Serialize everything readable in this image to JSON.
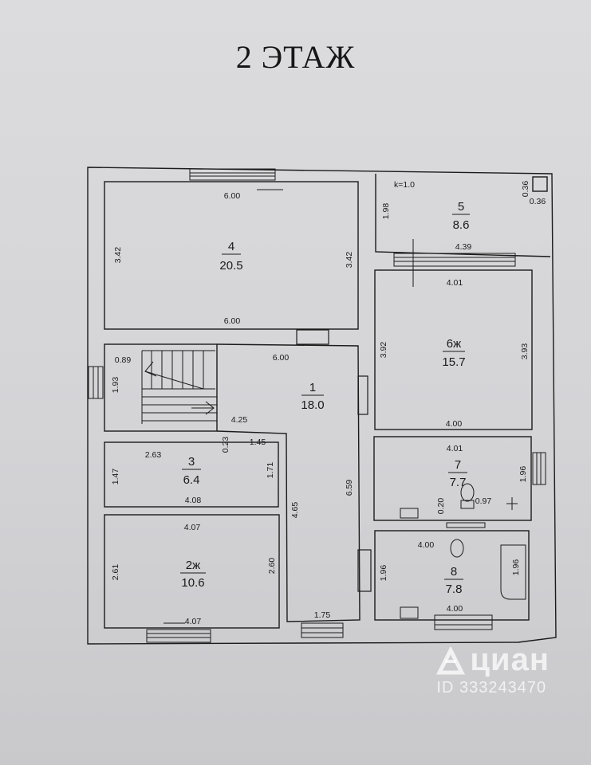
{
  "title": "2 ЭТАЖ",
  "rooms": [
    {
      "number": "4",
      "area": "20.5",
      "dims": [
        "6.00",
        "3.42",
        "3.42",
        "6.00"
      ]
    },
    {
      "number": "5",
      "area": "8.6",
      "dims": [
        "k=1.0",
        "1.98",
        "0.36",
        "0.36",
        "4.39"
      ]
    },
    {
      "number": "6ж",
      "area": "15.7",
      "dims": [
        "4.01",
        "3.92",
        "3.93",
        "4.00"
      ]
    },
    {
      "number": "1",
      "area": "18.0",
      "dims": [
        "6.00",
        "0.89",
        "1.93",
        "4.25",
        "4.65",
        "6.59",
        "1.75"
      ]
    },
    {
      "number": "3",
      "area": "6.4",
      "dims": [
        "2.63",
        "0.23",
        "1.45",
        "1.47",
        "1.71",
        "4.08"
      ]
    },
    {
      "number": "7",
      "area": "7.7",
      "dims": [
        "4.01",
        "1.96",
        "0.20",
        "0.97"
      ]
    },
    {
      "number": "2ж",
      "area": "10.6",
      "dims": [
        "4.07",
        "2.61",
        "2.60",
        "4.07"
      ]
    },
    {
      "number": "8",
      "area": "7.8",
      "dims": [
        "4.00",
        "1.96",
        "1.96",
        "4.00"
      ]
    }
  ],
  "watermark": {
    "brand": "циан",
    "id": "ID 333243470"
  }
}
